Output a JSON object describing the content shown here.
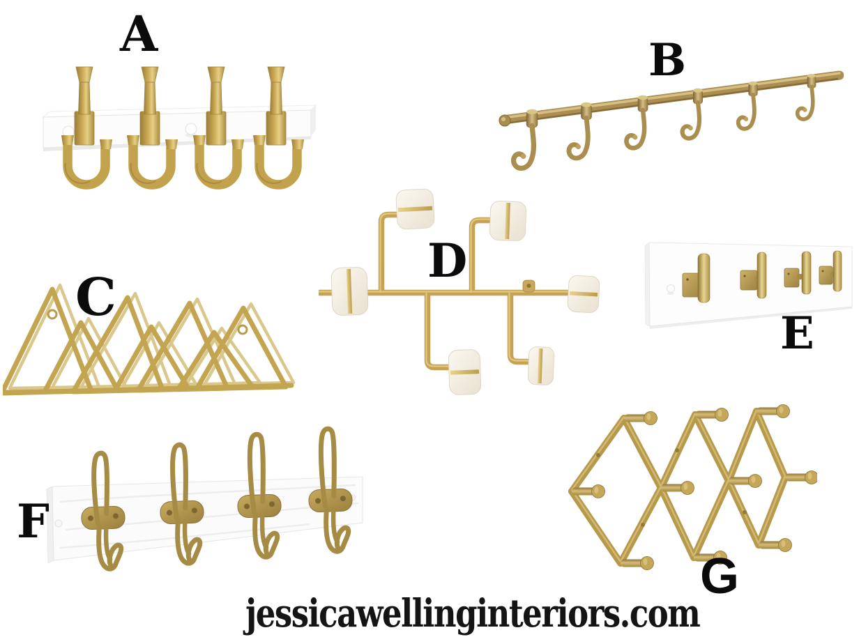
{
  "page": {
    "watermark": "jessicawellinginteriors.com",
    "background_color": "#ffffff",
    "label_color": "#0b0b0b"
  },
  "palette": {
    "brass": "#c2a24c",
    "antique_brass": "#ae9152",
    "bright_brass_highlight": "#e6cf87",
    "marble_white": "#f6f2e9",
    "rail_white": "#fcfcfc"
  },
  "items": [
    {
      "label": "A",
      "name": "white-rail-brass-spike-hooks",
      "description": "White rail coat rack with 4 brass double hooks (tapered spike top, U-shaped bottom)",
      "hook_count": 4
    },
    {
      "label": "B",
      "name": "antique-brass-j-hook-bar",
      "description": "Slim antique brass bar with 6 small J-hooks",
      "hook_count": 6
    },
    {
      "label": "C",
      "name": "gold-triangle-mountain-rack",
      "description": "Gold wire coat rack of alternating large and small triangles",
      "hook_count": 7
    },
    {
      "label": "D",
      "name": "brass-branch-marble-knob-rack",
      "description": "Brass branching rod rack with 6 white marble square knobs",
      "hook_count": 6
    },
    {
      "label": "E",
      "name": "white-board-t-bar-hooks",
      "description": "White board with 4 brass T-bar cylinder hooks",
      "hook_count": 4
    },
    {
      "label": "F",
      "name": "white-wood-wire-hat-hooks",
      "description": "White wood plank with 4 gold wire double hat hooks",
      "hook_count": 4
    },
    {
      "label": "G",
      "name": "brass-accordion-peg-rack",
      "description": "Brass expandable accordion rack with 10 round pegs",
      "hook_count": 10
    }
  ]
}
